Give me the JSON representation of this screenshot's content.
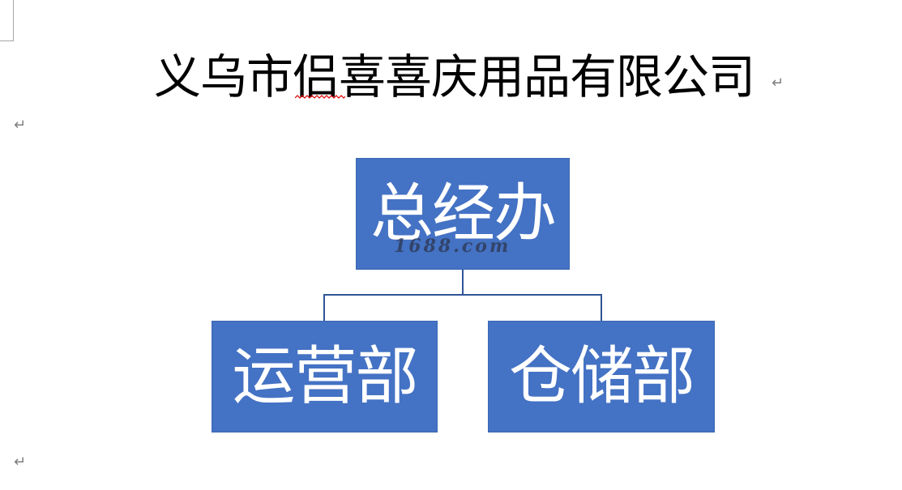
{
  "document": {
    "title": "义乌市侣喜喜庆用品有限公司",
    "paragraph_mark": "↵"
  },
  "org_chart": {
    "top": "总经办",
    "children": [
      "运营部",
      "仓储部"
    ]
  },
  "watermark": "1688.com",
  "colors": {
    "box_fill": "#4472c4",
    "connector": "#2f5597",
    "text": "#000000",
    "box_text": "#ffffff",
    "spellcheck": "#e00000"
  }
}
